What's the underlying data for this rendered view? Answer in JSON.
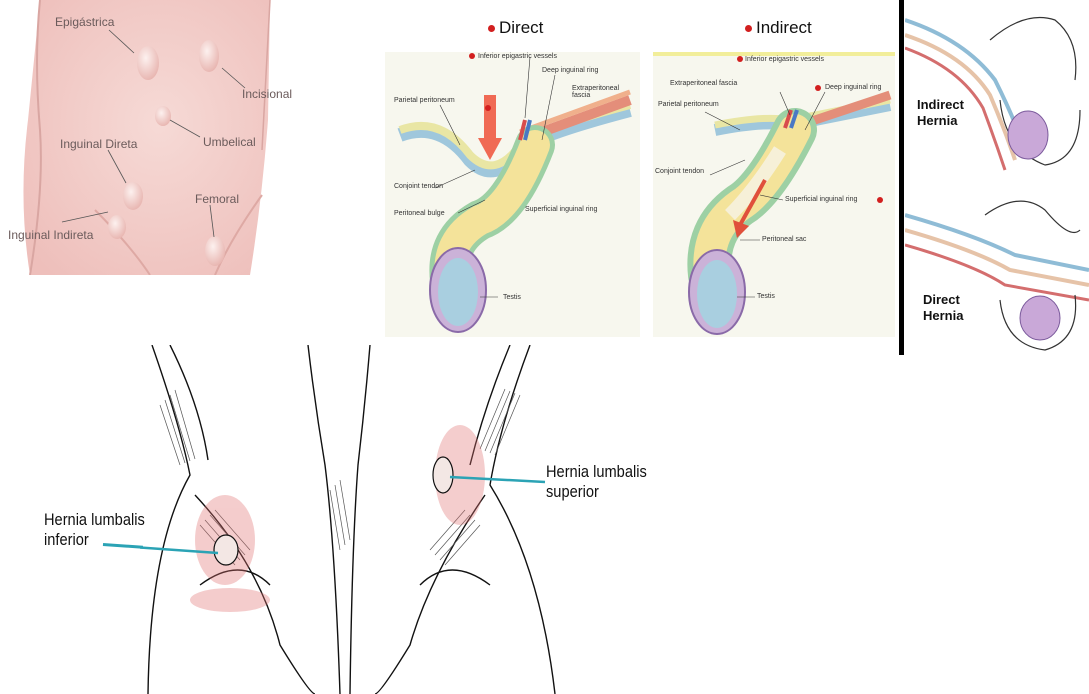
{
  "abdomen_panel": {
    "labels": {
      "epigastrica": "Epigástrica",
      "incisional": "Incisional",
      "umbelical": "Umbelical",
      "inguinal_direta": "Inguinal Direta",
      "femoral": "Femoral",
      "inguinal_indireta": "Inguinal Indireta"
    }
  },
  "direct_panel": {
    "title": "Direct",
    "labels": {
      "inferior_epigastric": "Inferior epigastric vessels",
      "deep_ring": "Deep inguinal ring",
      "extraperitoneal": "Extraperitoneal fascia",
      "parietal_peritoneum": "Parietal peritoneum",
      "conjoint_tendon": "Conjoint tendon",
      "peritoneal_bulge": "Peritoneal bulge",
      "superficial_ring": "Superficial inguinal ring",
      "testis": "Testis"
    }
  },
  "indirect_panel": {
    "title": "Indirect",
    "labels": {
      "inferior_epigastric": "Inferior epigastric vessels",
      "extraperitoneal": "Extraperitoneal fascia",
      "deep_ring": "Deep inguinal ring",
      "parietal_peritoneum": "Parietal peritoneum",
      "conjoint_tendon": "Conjoint tendon",
      "superficial_ring": "Superficial inguinal ring",
      "peritoneal_sac": "Peritoneal sac",
      "testis": "Testis"
    }
  },
  "side_panel": {
    "indirect_line1": "Indirect",
    "indirect_line2": "Hernia",
    "direct_line1": "Direct",
    "direct_line2": "Hernia"
  },
  "lumbar_panel": {
    "inferior_line1": "Hernia lumbalis",
    "inferior_line2": "inferior",
    "superior_line1": "Hernia lumbalis",
    "superior_line2": "superior"
  },
  "colors": {
    "skin": "#f4d3d0",
    "accent_red": "#d21f1f",
    "leader_teal": "#2ba3b5"
  }
}
